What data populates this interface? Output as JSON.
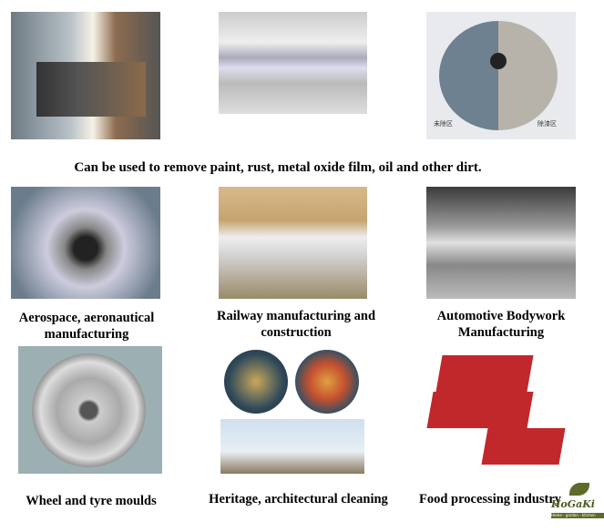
{
  "photo_labels": {
    "uncleaned": "未除区",
    "cleaned": "除漆区"
  },
  "main_caption": "Can be used to remove paint, rust, metal oxide film, oil and other dirt.",
  "captions": [
    "Aerospace, aeronautical manufacturing",
    "Railway manufacturing and construction",
    "Automotive Bodywork Manufacturing",
    "Wheel and tyre moulds",
    "Heritage, architectural cleaning",
    "Food processing industry"
  ],
  "logo": {
    "name": "HoGaKi",
    "tagline": "Home - garden - kitchen"
  }
}
